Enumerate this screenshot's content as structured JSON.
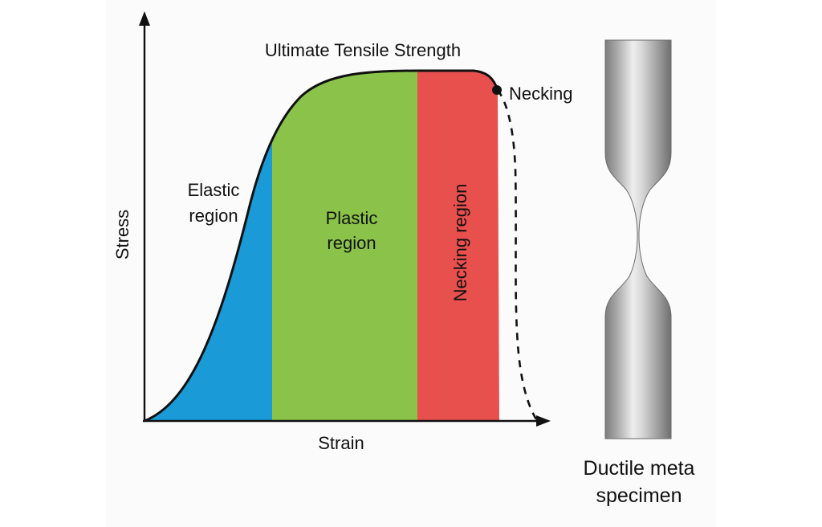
{
  "diagram": {
    "title": "Ultimate Tensile Strength",
    "x_axis_label": "Strain",
    "y_axis_label": "Stress",
    "regions": [
      {
        "name": "elastic",
        "label_lines": [
          "Elastic",
          "region"
        ],
        "color": "#1a9bd7"
      },
      {
        "name": "plastic",
        "label_lines": [
          "Plastic",
          "region"
        ],
        "color": "#8bc34a"
      },
      {
        "name": "necking",
        "label_lines": [
          "Necking region"
        ],
        "color": "#e8504e"
      }
    ],
    "necking_point_label": "Necking",
    "specimen_caption": [
      "Ductile meta",
      "specimen"
    ]
  }
}
